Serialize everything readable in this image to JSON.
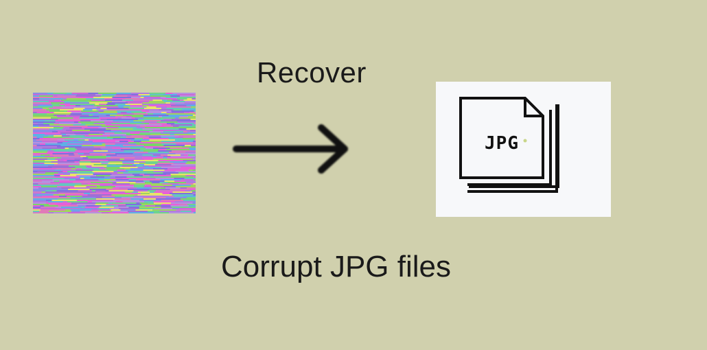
{
  "background_color": "#d0d0ad",
  "corrupt_image": {
    "icon": "corrupt-image-static"
  },
  "recover_label": "Recover",
  "arrow": {
    "icon": "right-arrow-icon"
  },
  "jpg_file": {
    "icon": "jpg-file-icon",
    "text": "JPG",
    "card_color": "#f7f8fa"
  },
  "caption": "Corrupt JPG files"
}
